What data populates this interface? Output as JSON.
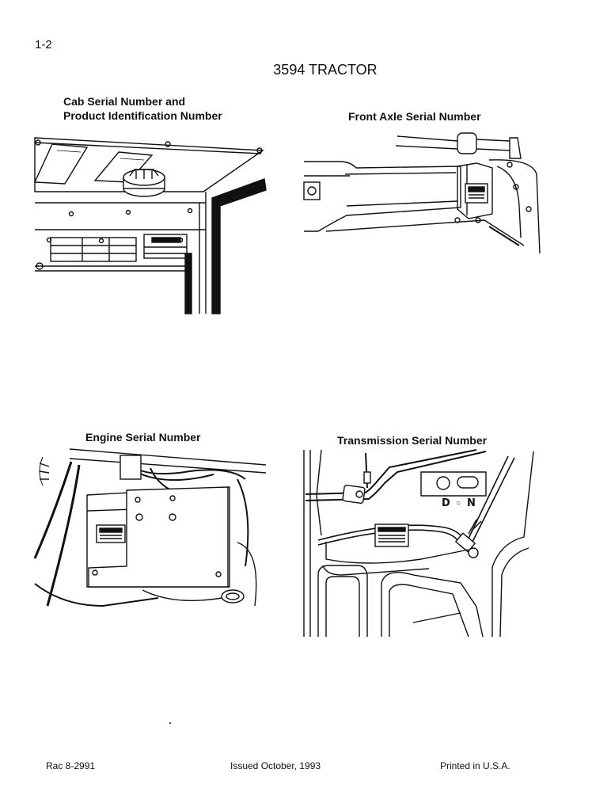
{
  "header": {
    "page_number": "1-2",
    "title": "3594 TRACTOR"
  },
  "figures": [
    {
      "caption_line1": "Cab Serial Number and",
      "caption_line2": "Product Identification Number"
    },
    {
      "caption": "Front Axle Serial Number"
    },
    {
      "caption": "Engine Serial Number"
    },
    {
      "caption": "Transmission Serial Number",
      "labels": {
        "d": "D",
        "n": "N"
      }
    }
  ],
  "footer": {
    "left": "Rac 8-2991",
    "center": "Issued October, 1993",
    "right": "Printed in U.S.A."
  }
}
